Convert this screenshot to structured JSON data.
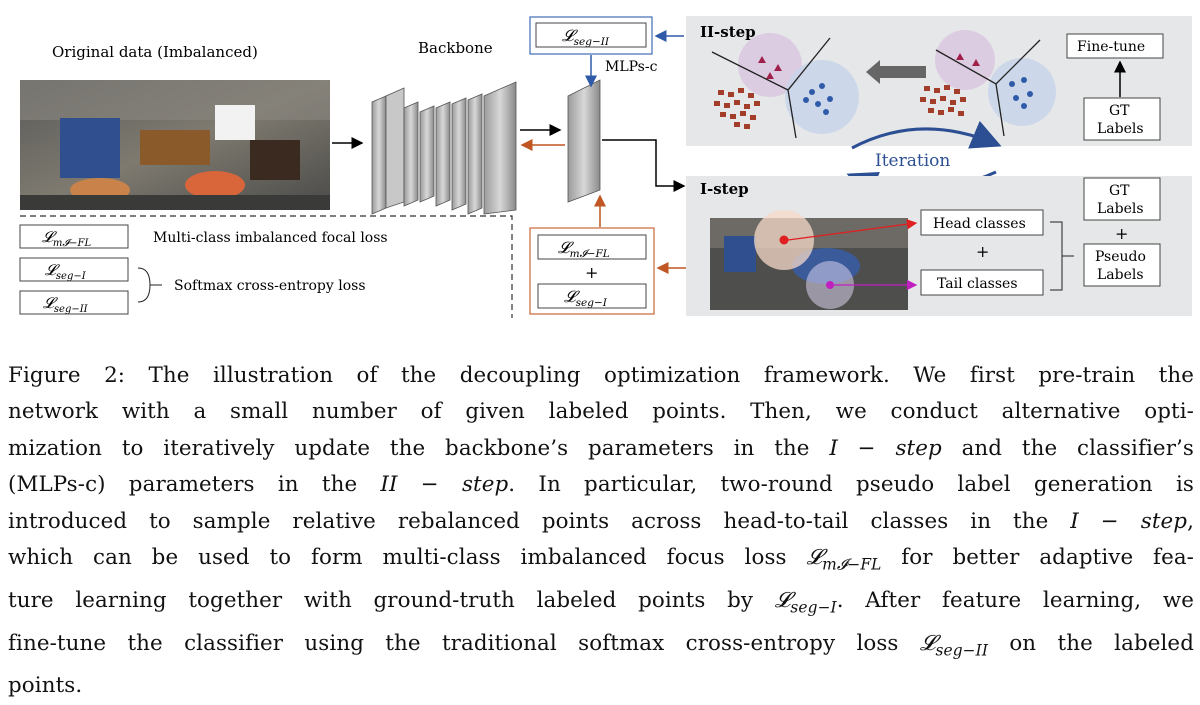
{
  "figure": {
    "original_label": "Original data (Imbalanced)",
    "backbone_label": "Backbone",
    "mlps_label": "MLPs-c",
    "ii_step_label": "II-step",
    "i_step_label": "I-step",
    "iteration_label": "Iteration",
    "finetune_label": "Fine-tune",
    "gt_labels_top": [
      "GT",
      "Labels"
    ],
    "gt_labels_bottom": [
      "GT",
      "Labels"
    ],
    "plus_sign": "+",
    "pseudo_labels": [
      "Pseudo",
      "Labels"
    ],
    "head_classes": "Head classes",
    "tail_classes": "Tail classes",
    "loss_seg_ii": "𝓛",
    "loss_seg_ii_sub": "seg−II",
    "loss_mifl_sub": "m𝓘−FL",
    "loss_seg_i_sub": "seg−I",
    "legend_focal": "Multi-class imbalanced focal loss",
    "legend_softmax": "Softmax cross-entropy loss",
    "colors": {
      "panel_bg": "#e6e7e8",
      "arrow_blue": "#2e5aa8",
      "arrow_orange": "#c05621",
      "box_blue": "#3f6fb5",
      "box_orange": "#c7673a",
      "iteration_text": "#2c4f93"
    }
  },
  "caption": {
    "line1": "Figure 2:  The illustration of the decoupling optimization framework.  We first pre-train the",
    "line2": "network with a small number of given labeled points.  Then, we conduct alternative opti-",
    "line3a": "mization to iteratively update the backbone’s parameters in the ",
    "line3b": "I − step",
    "line3c": " and the classifier’s",
    "line4a": "(MLPs-c) parameters in the ",
    "line4b": "II − step",
    "line4c": ".  In particular, two-round pseudo label generation is",
    "line5a": "introduced to sample relative rebalanced points across head-to-tail classes in the ",
    "line5b": "I − step",
    "line5c": ",",
    "line6a": "which can be used to form multi-class imbalanced focus loss ",
    "line6b": "𝓛",
    "line6sub": "m𝓘−FL",
    "line6c": " for better adaptive fea-",
    "line7a": "ture learning together with ground-truth labeled points by ",
    "line7b": "𝓛",
    "line7sub": "seg−I",
    "line7c": ".  After feature learning, we",
    "line8a": "fine-tune the classifier using the traditional softmax cross-entropy loss ",
    "line8b": "𝓛",
    "line8sub": "seg−II",
    "line8c": " on the labeled",
    "line9": "points."
  }
}
